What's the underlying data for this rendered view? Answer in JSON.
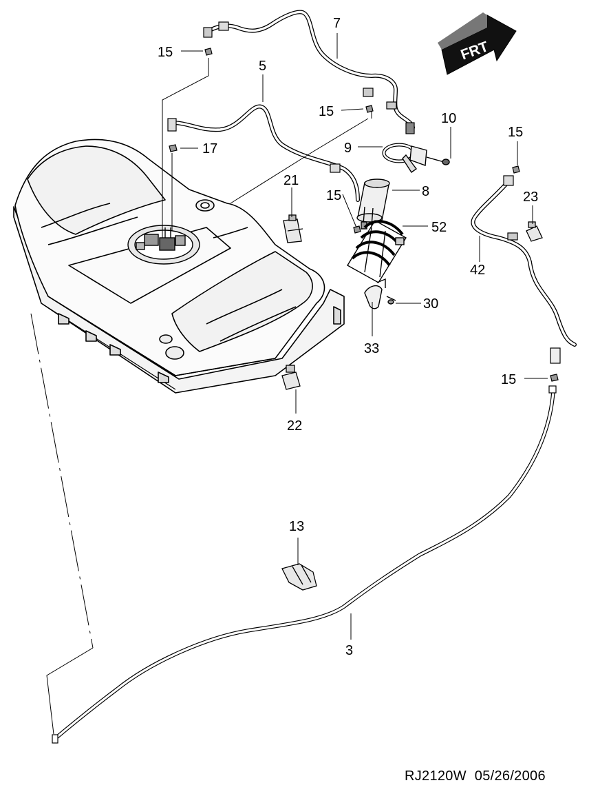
{
  "diagram": {
    "part_labels": {
      "p15a": "15",
      "p7": "7",
      "p5": "5",
      "p15b": "15",
      "p10": "10",
      "p15c": "15",
      "p17": "17",
      "p9": "9",
      "p21": "21",
      "p8": "8",
      "p15d": "15",
      "p23": "23",
      "p52": "52",
      "p42": "42",
      "p30": "30",
      "p33": "33",
      "p15e": "15",
      "p22": "22",
      "p13": "13",
      "p3": "3"
    },
    "direction_badge": "FRT",
    "footer": {
      "code": "RJ2120W",
      "date": "05/26/2006"
    }
  }
}
